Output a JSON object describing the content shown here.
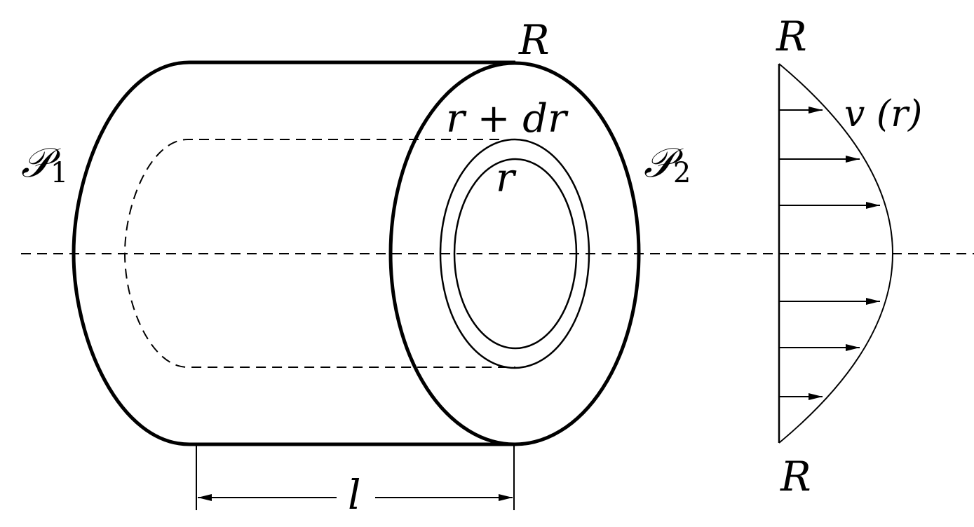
{
  "labels": {
    "R_top": "R",
    "r_plus_dr": "r + dr",
    "r": "r",
    "P1_sym": "𝒫",
    "P1_sub": "1",
    "P2_sym": "𝒫",
    "P2_sub": "2",
    "l": "l",
    "profile_R_top": "R",
    "profile_R_bottom": "R",
    "v_r": "v (r)"
  },
  "colors": {
    "stroke": "#000000",
    "background": "#ffffff"
  }
}
